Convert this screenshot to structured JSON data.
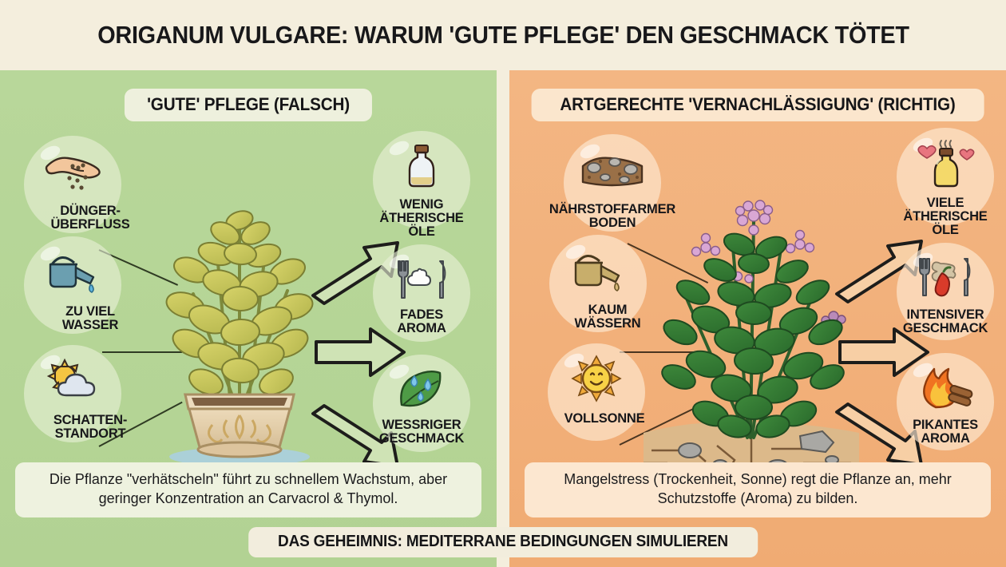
{
  "title": "ORIGANUM VULGARE: WARUM 'GUTE PFLEGE' DEN GESCHMACK TÖTET",
  "colors": {
    "page_background": "#f4eedd",
    "left_panel": "#b5d596",
    "right_panel": "#f2b07a",
    "left_chip": "#eef0dd",
    "right_chip": "#fbe6cd",
    "text": "#17171a"
  },
  "left_panel": {
    "heading": "'GUTE' PFLEGE (FALSCH)",
    "causes": [
      {
        "label": "DÜNGER-\nÜBERFLUSS",
        "icon": "hand-fertilizer-icon"
      },
      {
        "label": "ZU VIEL\nWASSER",
        "icon": "watering-can-icon"
      },
      {
        "label": "SCHATTEN-\nSTANDORT",
        "icon": "sun-behind-cloud-icon"
      }
    ],
    "effects": [
      {
        "label": "WENIG\nÄTHERISCHE\nÖLE",
        "icon": "empty-oil-bottle-icon"
      },
      {
        "label": "FADES\nAROMA",
        "icon": "fork-knife-bland-icon"
      },
      {
        "label": "WESSRIGER\nGESCHMACK",
        "icon": "wet-leaf-icon"
      }
    ],
    "plant": "pale-yellow-oregano-in-decorative-pot",
    "caption": "Die Pflanze \"verhätscheln\" führt zu schnellem Wachstum, aber geringer Konzentration an Carvacrol & Thymol."
  },
  "right_panel": {
    "heading": "ARTGERECHTE 'VERNACHLÄSSIGUNG' (RICHTIG)",
    "causes": [
      {
        "label": "NÄHRSTOFFARMER\nBODEN",
        "icon": "stony-poor-soil-icon"
      },
      {
        "label": "KAUM\nWÄSSERN",
        "icon": "watering-can-dry-icon"
      },
      {
        "label": "VOLLSONNE",
        "icon": "full-sun-icon"
      }
    ],
    "effects": [
      {
        "label": "VIELE\nÄTHERISCHE\nÖLE",
        "icon": "full-oil-bottle-hearts-icon"
      },
      {
        "label": "INTENSIVER\nGESCHMACK",
        "icon": "fork-knife-chili-icon"
      },
      {
        "label": "PIKANTES\nAROMA",
        "icon": "flame-cinnamon-icon"
      }
    ],
    "plant": "dark-green-flowering-oregano-in-cracked-dry-soil",
    "caption": "Mangelstress (Trockenheit, Sonne) regt die Pflanze an, mehr Schutzstoffe (Aroma) zu bilden."
  },
  "banner": "DAS GEHEIMNIS: MEDITERRANE BEDINGUNGEN SIMULIEREN"
}
